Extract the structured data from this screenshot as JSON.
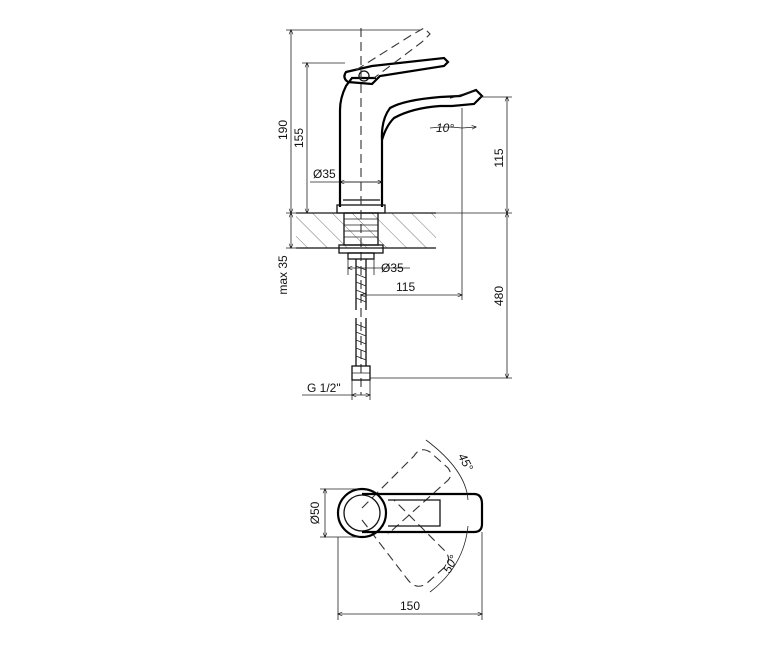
{
  "dimensions": {
    "overall_height": "190",
    "body_height": "155",
    "spout_height": "115",
    "spout_angle": "10°",
    "body_diameter": "Ø35",
    "mount_diameter": "Ø35",
    "max_deck": "max 35",
    "reach": "115",
    "hose_length": "480",
    "connection": "G 1/2\"",
    "base_diameter": "Ø50",
    "top_length": "150",
    "handle_angle_up": "45°",
    "handle_angle_down": "50°"
  },
  "colors": {
    "line": "#000000",
    "background": "#ffffff"
  }
}
